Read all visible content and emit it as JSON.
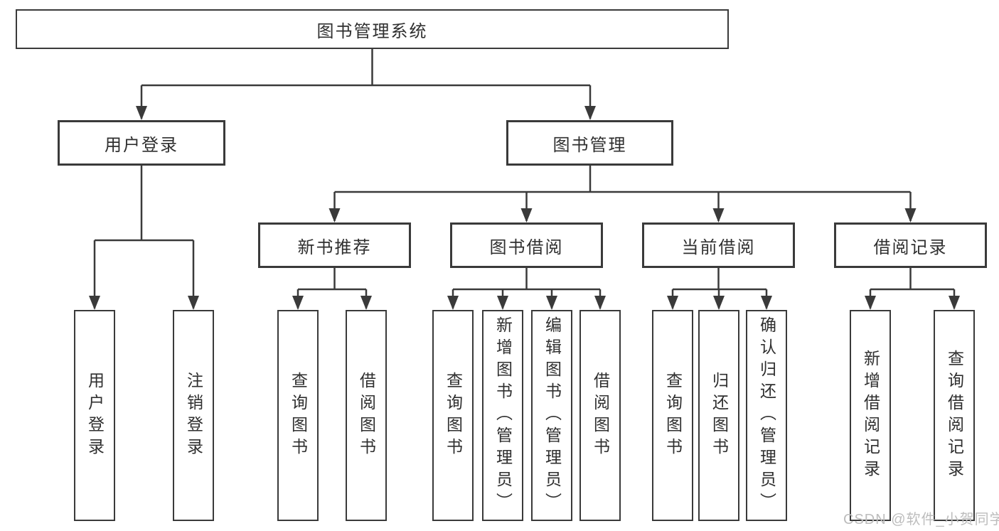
{
  "tree": {
    "root": {
      "label": "图书管理系统"
    },
    "branches": [
      {
        "label": "用户登录",
        "children": [
          {
            "label": "用户登录"
          },
          {
            "label": "注销登录"
          }
        ]
      },
      {
        "label": "图书管理",
        "children": [
          {
            "label": "新书推荐",
            "children": [
              {
                "label": "查询图书"
              },
              {
                "label": "借阅图书"
              }
            ]
          },
          {
            "label": "图书借阅",
            "children": [
              {
                "label": "查询图书"
              },
              {
                "label": "新增图书（管理员）"
              },
              {
                "label": "编辑图书（管理员）"
              },
              {
                "label": "借阅图书"
              }
            ]
          },
          {
            "label": "当前借阅",
            "children": [
              {
                "label": "查询图书"
              },
              {
                "label": "归还图书"
              },
              {
                "label": "确认归还（管理员）"
              }
            ]
          },
          {
            "label": "借阅记录",
            "children": [
              {
                "label": "新增借阅记录"
              },
              {
                "label": "查询借阅记录"
              }
            ]
          }
        ]
      }
    ]
  },
  "watermark": {
    "text": "CSDN @软件_小贺同学"
  },
  "colors": {
    "line": "#3a3a3a",
    "box_border": "#3a3a3a",
    "text": "#2f2f2f",
    "watermark": "#bdbdbd",
    "background": "#ffffff"
  }
}
